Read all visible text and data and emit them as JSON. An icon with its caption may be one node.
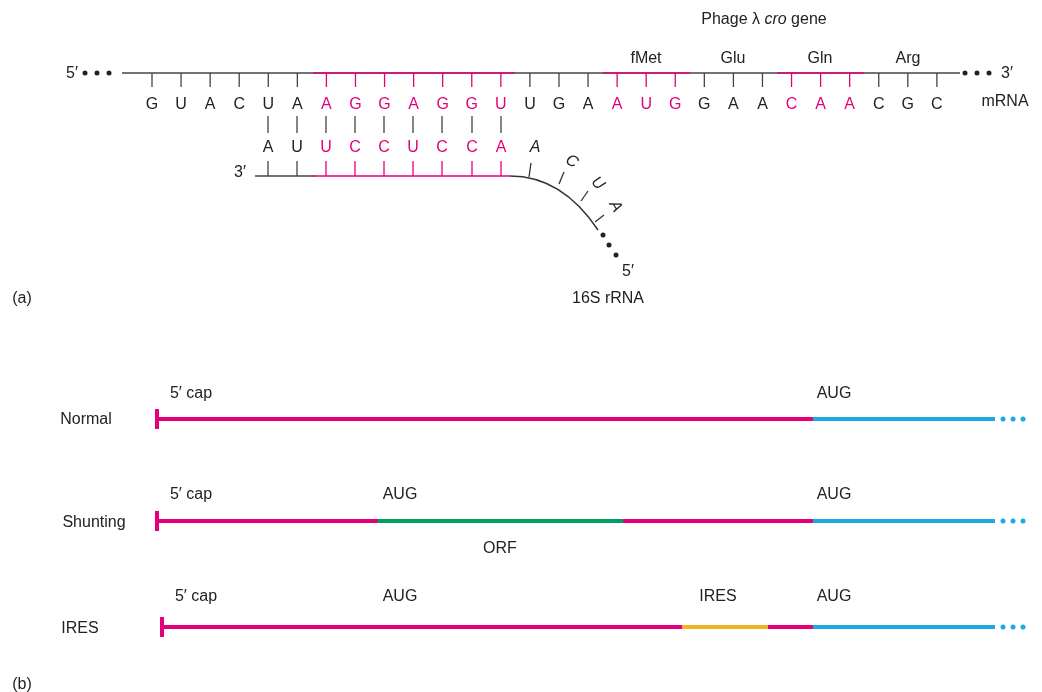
{
  "diagram": {
    "labels": [
      "Phage λ *cro* gene",
      "fMet",
      "Glu",
      "Gln",
      "Arg",
      "5′",
      "G",
      "U",
      "A",
      "C",
      "U",
      "A",
      "A",
      "G",
      "G",
      "A",
      "G",
      "G",
      "U",
      "U",
      "G",
      "A",
      "A",
      "U",
      "G",
      "G",
      "A",
      "A",
      "C",
      "A",
      "A",
      "C",
      "G",
      "C",
      "3′",
      "mRNA",
      "A",
      "U",
      "U",
      "C",
      "C",
      "U",
      "C",
      "C",
      "A",
      "A",
      "3′",
      "C",
      "U",
      "A",
      "5′",
      "(a)",
      "16S rRNA",
      "5′ cap",
      "AUG",
      "Normal",
      "5′ cap",
      "AUG",
      "AUG",
      "Shunting",
      "ORF",
      "5′ cap",
      "AUG",
      "IRES",
      "AUG",
      "IRES",
      "(b)"
    ]
  }
}
